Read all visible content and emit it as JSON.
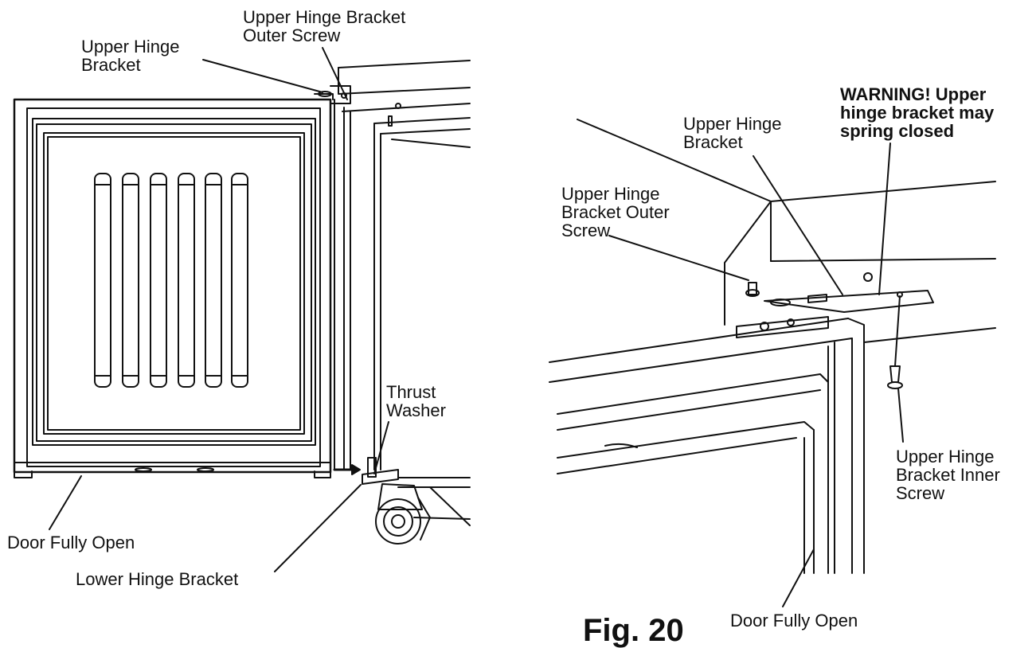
{
  "left_view": {
    "labels": {
      "upper_hinge_bracket": [
        "Upper Hinge",
        "Bracket"
      ],
      "upper_hinge_bracket_outer_screw": [
        "Upper Hinge Bracket",
        "Outer Screw"
      ],
      "thrust_washer": [
        "Thrust",
        "Washer"
      ],
      "door_fully_open": "Door Fully Open",
      "lower_hinge_bracket": "Lower Hinge Bracket"
    }
  },
  "right_view": {
    "labels": {
      "upper_hinge_bracket": [
        "Upper Hinge",
        "Bracket"
      ],
      "warning": [
        "WARNING! Upper",
        "hinge bracket may",
        "spring closed"
      ],
      "upper_hinge_bracket_outer_screw": [
        "Upper Hinge",
        "Bracket Outer",
        "Screw"
      ],
      "upper_hinge_bracket_inner_screw": [
        "Upper Hinge",
        "Bracket Inner",
        "Screw"
      ],
      "door_fully_open": "Door Fully Open"
    }
  },
  "figure_caption": "Fig. 20"
}
